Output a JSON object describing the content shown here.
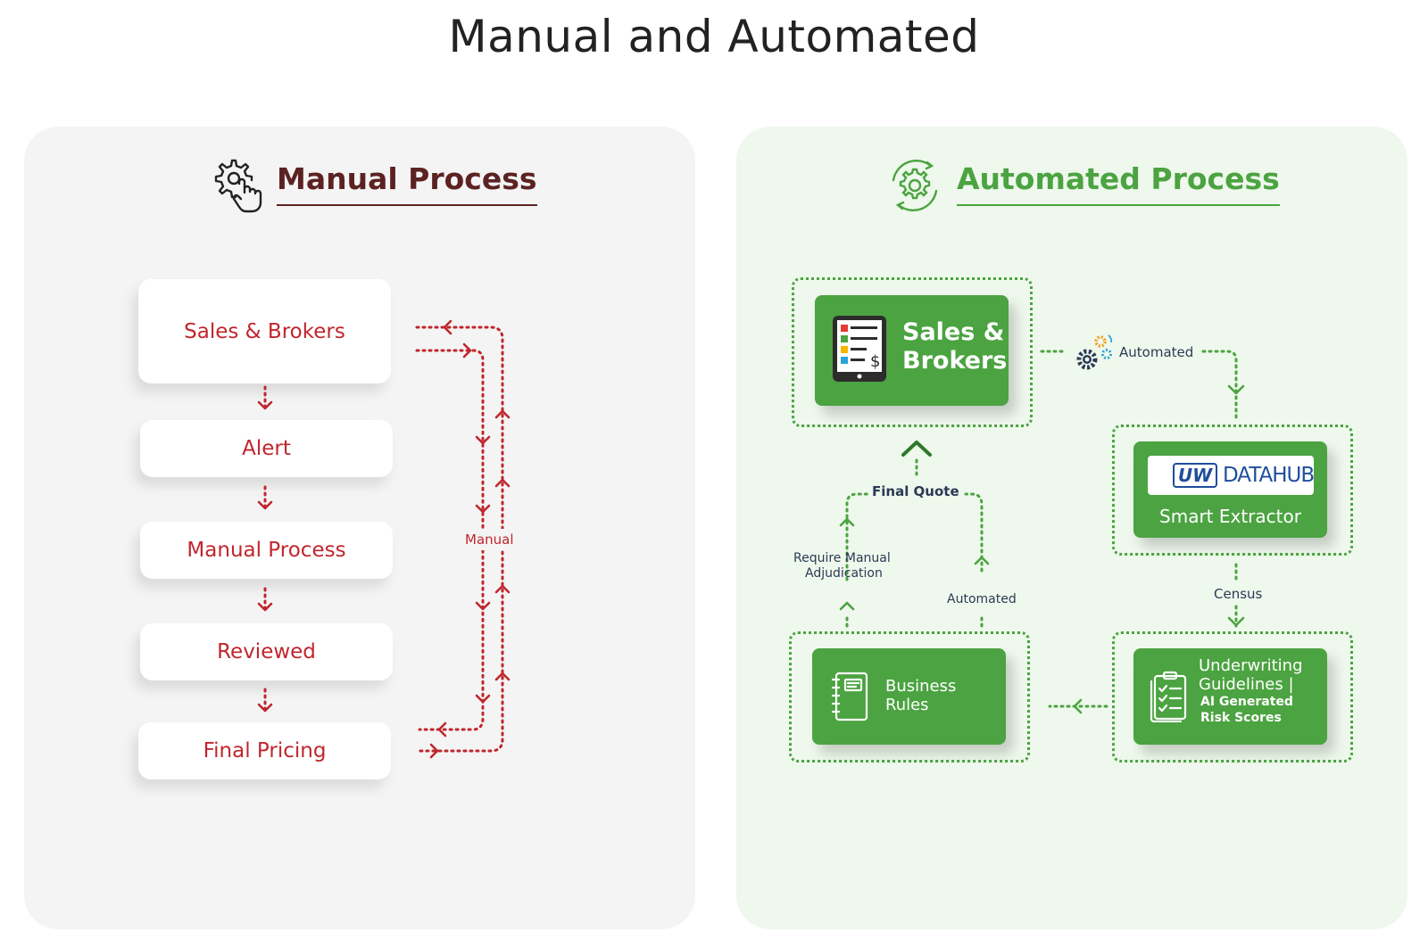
{
  "title": "Manual and Automated",
  "manual": {
    "heading": "Manual Process",
    "steps": [
      "Sales & Brokers",
      "Alert",
      "Manual Process",
      "Reviewed",
      "Final Pricing"
    ],
    "loop_label": "Manual"
  },
  "automated": {
    "heading": "Automated Process",
    "sales_line1": "Sales &",
    "sales_line2": "Brokers",
    "automated_top": "Automated",
    "datahub_logo": "UW",
    "datahub_text": "DATAHUB",
    "smart_extractor": "Smart Extractor",
    "census": "Census",
    "uw_line1": "Underwriting",
    "uw_line2": "Guidelines |",
    "uw_line3": "AI Generated",
    "uw_line4": "Risk Scores",
    "business_line1": "Business",
    "business_line2": "Rules",
    "final_quote": "Final Quote",
    "require_line1": "Require Manual",
    "require_line2": "Adjudication",
    "automated_right": "Automated"
  },
  "colors": {
    "manual_red": "#c0262d",
    "manual_heading": "#5c2222",
    "auto_green": "#4ca341",
    "auto_panel": "#eef8ec",
    "manual_panel": "#f4f4f4"
  },
  "icons": [
    "gear-hand-icon",
    "gear-cycle-icon",
    "invoice-tablet-icon",
    "gears-icon",
    "notebook-icon",
    "checklist-icon"
  ]
}
